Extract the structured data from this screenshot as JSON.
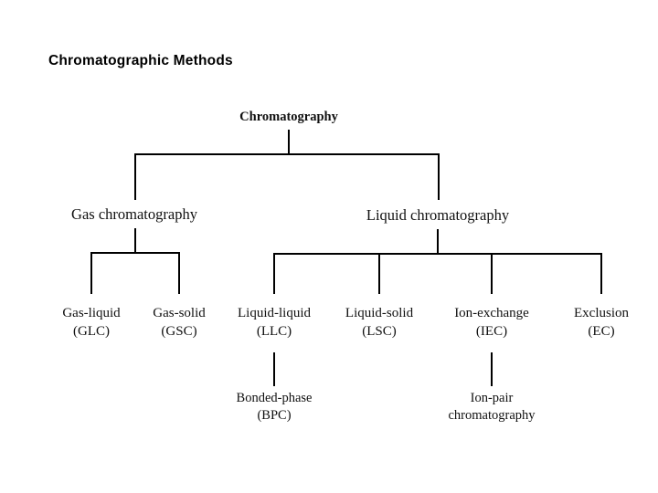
{
  "slide": {
    "title": "Chromatographic Methods",
    "background_color": "#ffffff",
    "ink_color": "#000000"
  },
  "diagram": {
    "type": "hierarchy-tree",
    "root": {
      "label": "Chromatography"
    },
    "level_two": [
      {
        "label": "Gas chromatography"
      },
      {
        "label": "Liquid chromatography"
      }
    ],
    "leaves": [
      {
        "name": "Gas-liquid",
        "abbrev": "(GLC)",
        "parent": "Gas chromatography"
      },
      {
        "name": "Gas-solid",
        "abbrev": "(GSC)",
        "parent": "Gas chromatography"
      },
      {
        "name": "Liquid-liquid",
        "abbrev": "(LLC)",
        "parent": "Liquid chromatography"
      },
      {
        "name": "Liquid-solid",
        "abbrev": "(LSC)",
        "parent": "Liquid chromatography"
      },
      {
        "name": "Ion-exchange",
        "abbrev": "(IEC)",
        "parent": "Liquid chromatography"
      },
      {
        "name": "Exclusion",
        "abbrev": "(EC)",
        "parent": "Liquid chromatography"
      }
    ],
    "sub_leaves": [
      {
        "line1": "Bonded-phase",
        "line2": "(BPC)",
        "parent": "Liquid-liquid"
      },
      {
        "line1": "Ion-pair",
        "line2": "chromatography",
        "parent": "Ion-exchange"
      }
    ]
  }
}
